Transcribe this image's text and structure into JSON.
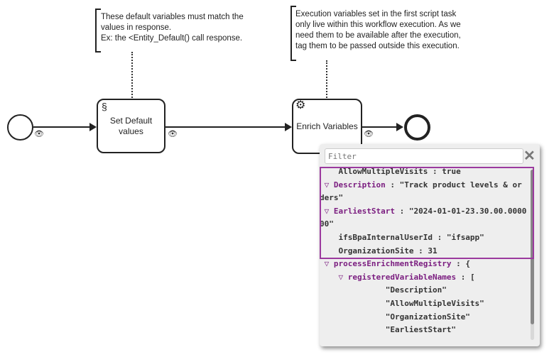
{
  "annotations": [
    {
      "lines": [
        "These default variables must match the",
        "values in response.",
        "Ex: the <Entity_Default() call response."
      ]
    },
    {
      "lines": [
        "Execution variables set in the first script task",
        "only live within this workflow execution. As we",
        "need them to be available after the execution,",
        "tag them to be passed outside this execution."
      ]
    }
  ],
  "tasks": [
    {
      "label_lines": [
        "Set Default",
        "values"
      ],
      "icon": "script-icon"
    },
    {
      "label_lines": [
        "Enrich Variables"
      ],
      "icon": "gear-icon"
    }
  ],
  "eye_icon": "👁",
  "popup": {
    "filter_placeholder": "Filter",
    "close": "✕",
    "rows": [
      {
        "indent": "    ",
        "tri": "",
        "key": "AllowMultipleVisits",
        "rest": " : true",
        "plain": true
      },
      {
        "indent": " ",
        "tri": "▽ ",
        "key": "Description",
        "rest": " : \"Track product levels & or"
      },
      {
        "indent": "",
        "tri": "",
        "key": "",
        "rest": "ders\""
      },
      {
        "indent": " ",
        "tri": "▽ ",
        "key": "EarliestStart",
        "rest": " : \"2024-01-01-23.30.00.0000"
      },
      {
        "indent": "",
        "tri": "",
        "key": "",
        "rest": "00\""
      },
      {
        "indent": "    ",
        "tri": "",
        "key": "ifsBpaInternalUserId",
        "rest": " : \"ifsapp\"",
        "plain": true
      },
      {
        "indent": "    ",
        "tri": "",
        "key": "OrganizationSite",
        "rest": " : 31",
        "plain": true
      },
      {
        "indent": " ",
        "tri": "▽ ",
        "key": "processEnrichmentRegistry",
        "rest": " : {"
      },
      {
        "indent": "    ",
        "tri": "▽ ",
        "key": "registeredVariableNames",
        "rest": " : ["
      },
      {
        "indent": "              ",
        "tri": "",
        "key": "",
        "rest": "\"Description\""
      },
      {
        "indent": "              ",
        "tri": "",
        "key": "",
        "rest": "\"AllowMultipleVisits\""
      },
      {
        "indent": "              ",
        "tri": "",
        "key": "",
        "rest": "\"OrganizationSite\""
      },
      {
        "indent": "              ",
        "tri": "",
        "key": "",
        "rest": "\"EarliestStart\""
      }
    ]
  },
  "colors": {
    "highlight": "#9b3a9e",
    "key": "#7a1c7f"
  }
}
